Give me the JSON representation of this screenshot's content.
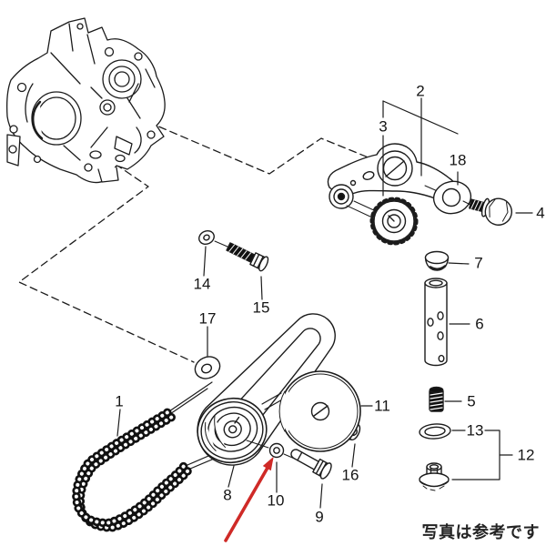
{
  "caption": "写真は参考です",
  "labels": {
    "l1": "1",
    "l2": "2",
    "l3": "3",
    "l4": "4",
    "l5": "5",
    "l6": "6",
    "l7": "7",
    "l8": "8",
    "l9": "9",
    "l10": "10",
    "l11": "11",
    "l12": "12",
    "l13": "13",
    "l14": "14",
    "l15": "15",
    "l16": "16",
    "l17": "17",
    "l18": "18"
  },
  "highlight_arrow": {
    "color": "#cf2a27",
    "target_part": "10"
  },
  "colors": {
    "line": "#1c1c1c",
    "background": "#ffffff"
  },
  "parts_shown": [
    "1",
    "2",
    "3",
    "4",
    "5",
    "6",
    "7",
    "8",
    "9",
    "10",
    "11",
    "12",
    "13",
    "14",
    "15",
    "16",
    "17",
    "18"
  ]
}
